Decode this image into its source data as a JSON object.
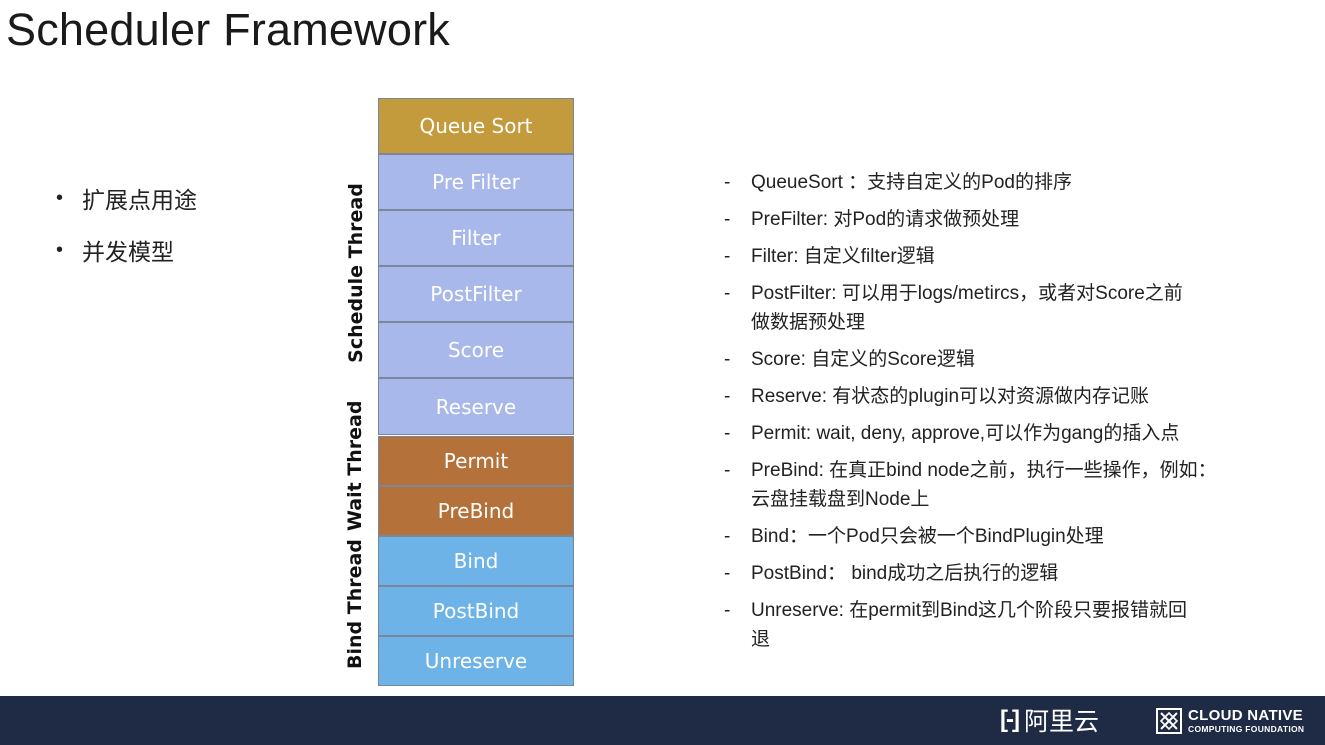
{
  "title": "Scheduler Framework",
  "bullets": [
    "扩展点用途",
    "并发模型"
  ],
  "stages": [
    {
      "label": "Queue Sort",
      "color": "#c39a3c"
    },
    {
      "label": "Pre Filter",
      "color": "#a8b8ea"
    },
    {
      "label": "Filter",
      "color": "#a8b8ea"
    },
    {
      "label": "PostFilter",
      "color": "#a8b8ea"
    },
    {
      "label": "Score",
      "color": "#a8b8ea"
    },
    {
      "label": "Reserve",
      "color": "#a8b8ea"
    },
    {
      "label": "Permit",
      "color": "#b5713a"
    },
    {
      "label": "PreBind",
      "color": "#b5713a"
    },
    {
      "label": "Bind",
      "color": "#6db3e8"
    },
    {
      "label": "PostBind",
      "color": "#6db3e8"
    },
    {
      "label": "Unreserve",
      "color": "#6db3e8"
    }
  ],
  "groups": [
    "Schedule Thread",
    "Wait Thread",
    "Bind Thread"
  ],
  "notes": [
    {
      "dash": "-",
      "text": "QueueSort ：支持自定义的Pod的排序"
    },
    {
      "dash": "-",
      "text": "PreFilter: 对Pod的请求做预处理"
    },
    {
      "dash": "-",
      "text": "Filter: 自定义filter逻辑"
    },
    {
      "dash": "-",
      "text": "PostFilter: 可以用于logs/metircs，或者对Score之前\n做数据预处理"
    },
    {
      "dash": "-",
      "text": "Score: 自定义的Score逻辑"
    },
    {
      "dash": "-",
      "text": "Reserve: 有状态的plugin可以对资源做内存记账"
    },
    {
      "dash": "-",
      "text": "Permit: wait, deny, approve,可以作为gang的插入点"
    },
    {
      "dash": "-",
      "text": "PreBind: 在真正bind node之前，执行一些操作，例如：\n云盘挂载盘到Node上"
    },
    {
      "dash": "-",
      "text": "Bind：一个Pod只会被一个BindPlugin处理"
    },
    {
      "dash": "-",
      "text": "PostBind： bind成功之后执行的逻辑"
    },
    {
      "dash": "-",
      "text": "Unreserve:  在permit到Bind这几个阶段只要报错就回\n退"
    }
  ],
  "footer": {
    "background": "#1f2a44",
    "alibaba_mark": "[-]",
    "alibaba_text": "阿里云",
    "cncf_line1": "CLOUD NATIVE",
    "cncf_line2": "COMPUTING FOUNDATION"
  }
}
